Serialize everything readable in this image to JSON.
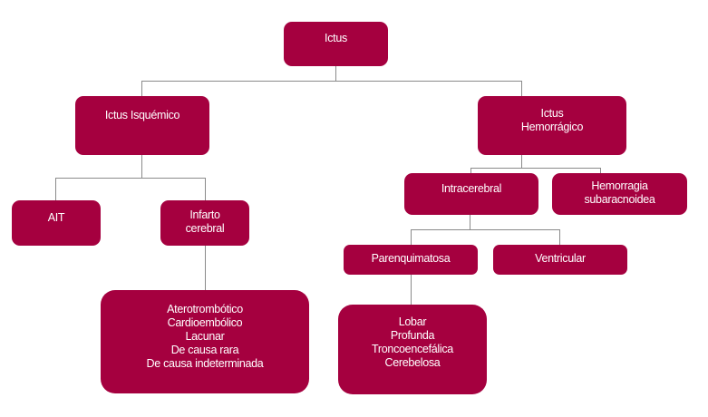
{
  "diagram": {
    "accent_color": "#a5003f",
    "line_color": "#8a8a8a",
    "nodes": {
      "root": {
        "lines": [
          "Ictus"
        ]
      },
      "isquemico": {
        "lines": [
          "Ictus Isquémico"
        ]
      },
      "hemorragico": {
        "lines": [
          "Ictus",
          "Hemorrágico"
        ]
      },
      "ait": {
        "lines": [
          "AIT"
        ]
      },
      "infarto": {
        "lines": [
          "Infarto",
          "cerebral"
        ]
      },
      "infarto_tipos": {
        "lines": [
          "Aterotrombótico",
          "Cardioembólico",
          "Lacunar",
          "De causa rara",
          "De causa indeterminada"
        ]
      },
      "intracerebral": {
        "lines": [
          "Intracerebral"
        ]
      },
      "subaracnoidea": {
        "lines": [
          "Hemorragia",
          "subaracnoidea"
        ]
      },
      "parenquimatosa": {
        "lines": [
          "Parenquimatosa"
        ]
      },
      "ventricular": {
        "lines": [
          "Ventricular"
        ]
      },
      "parenq_tipos": {
        "lines": [
          "Lobar",
          "Profunda",
          "Troncoencefálica",
          "Cerebelosa"
        ]
      }
    }
  }
}
